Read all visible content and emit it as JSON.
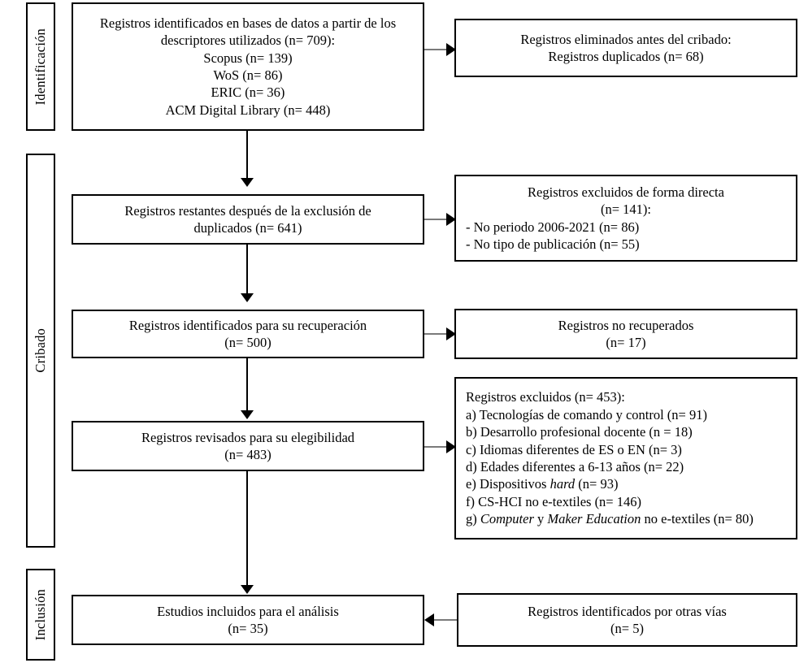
{
  "diagram": {
    "type": "prisma-flow-diagram",
    "language": "es",
    "line_color": "#000000",
    "connector_color": "#7a7a7a",
    "background": "#ffffff"
  },
  "stages": [
    {
      "id": "identificacion",
      "label": "Identificación"
    },
    {
      "id": "cribado",
      "label": "Cribado"
    },
    {
      "id": "inclusion",
      "label": "Inclusión"
    }
  ],
  "boxes": {
    "identified_records": {
      "lines": [
        "Registros identificados en bases de datos a partir de los",
        "descriptores utilizados (n= 709):",
        "Scopus (n= 139)",
        "WoS (n= 86)",
        "ERIC (n= 36)",
        "ACM Digital Library (n= 448)"
      ]
    },
    "removed_before_screening": {
      "lines": [
        "Registros eliminados antes del cribado:",
        "Registros duplicados (n= 68)"
      ]
    },
    "after_duplicates": {
      "lines": [
        "Registros restantes después de la exclusión de",
        "duplicados (n= 641)"
      ]
    },
    "excluded_direct": {
      "head": [
        "Registros excluidos de forma directa",
        "(n= 141):"
      ],
      "items": [
        "- No periodo 2006-2021 (n= 86)",
        "- No tipo de publicación (n= 55)"
      ]
    },
    "sought_retrieval": {
      "lines": [
        "Registros identificados para su recuperación",
        "(n= 500)"
      ]
    },
    "not_retrieved": {
      "lines": [
        "Registros no recuperados",
        "(n= 17)"
      ]
    },
    "assessed_eligibility": {
      "lines": [
        "Registros revisados para su elegibilidad",
        "(n= 483)"
      ]
    },
    "excluded_eligibility": {
      "head": "Registros excluidos (n= 453):",
      "items": [
        {
          "prefix": "a) ",
          "text": "Tecnologías de comando y control (n= 91)"
        },
        {
          "prefix": "b) ",
          "text": "Desarrollo profesional docente (n = 18)"
        },
        {
          "prefix": "c) ",
          "text": "Idiomas diferentes de ES o EN (n= 3)"
        },
        {
          "prefix": "d) ",
          "text": "Edades diferentes a 6-13 años (n= 22)"
        },
        {
          "prefix": "e) ",
          "pre": "Dispositivos ",
          "italic": "hard",
          "post": " (n= 93)"
        },
        {
          "prefix": "f) ",
          "text": "CS-HCI no e-textiles (n= 146)"
        },
        {
          "prefix": "g) ",
          "italic1": "Computer",
          "mid": " y ",
          "italic2": "Maker Education",
          "post": " no e-textiles (n= 80)"
        }
      ]
    },
    "included_studies": {
      "lines": [
        "Estudios incluidos para el análisis",
        "(n= 35)"
      ]
    },
    "other_sources": {
      "lines": [
        "Registros identificados por otras vías",
        "(n= 5)"
      ]
    }
  }
}
